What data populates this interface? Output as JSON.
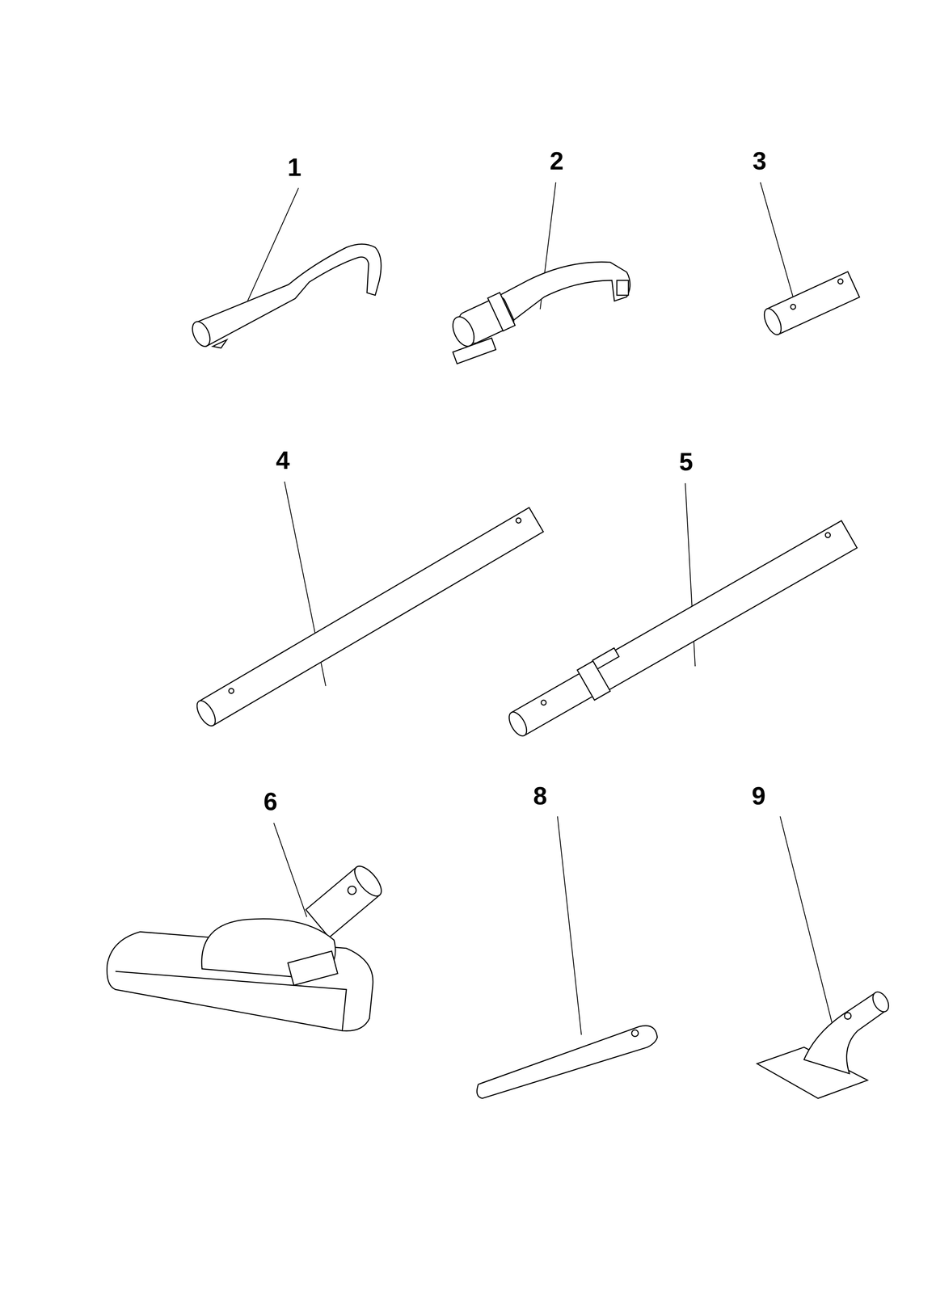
{
  "diagram": {
    "labels": [
      "1",
      "2",
      "3",
      "4",
      "5",
      "6",
      "8",
      "9"
    ]
  }
}
